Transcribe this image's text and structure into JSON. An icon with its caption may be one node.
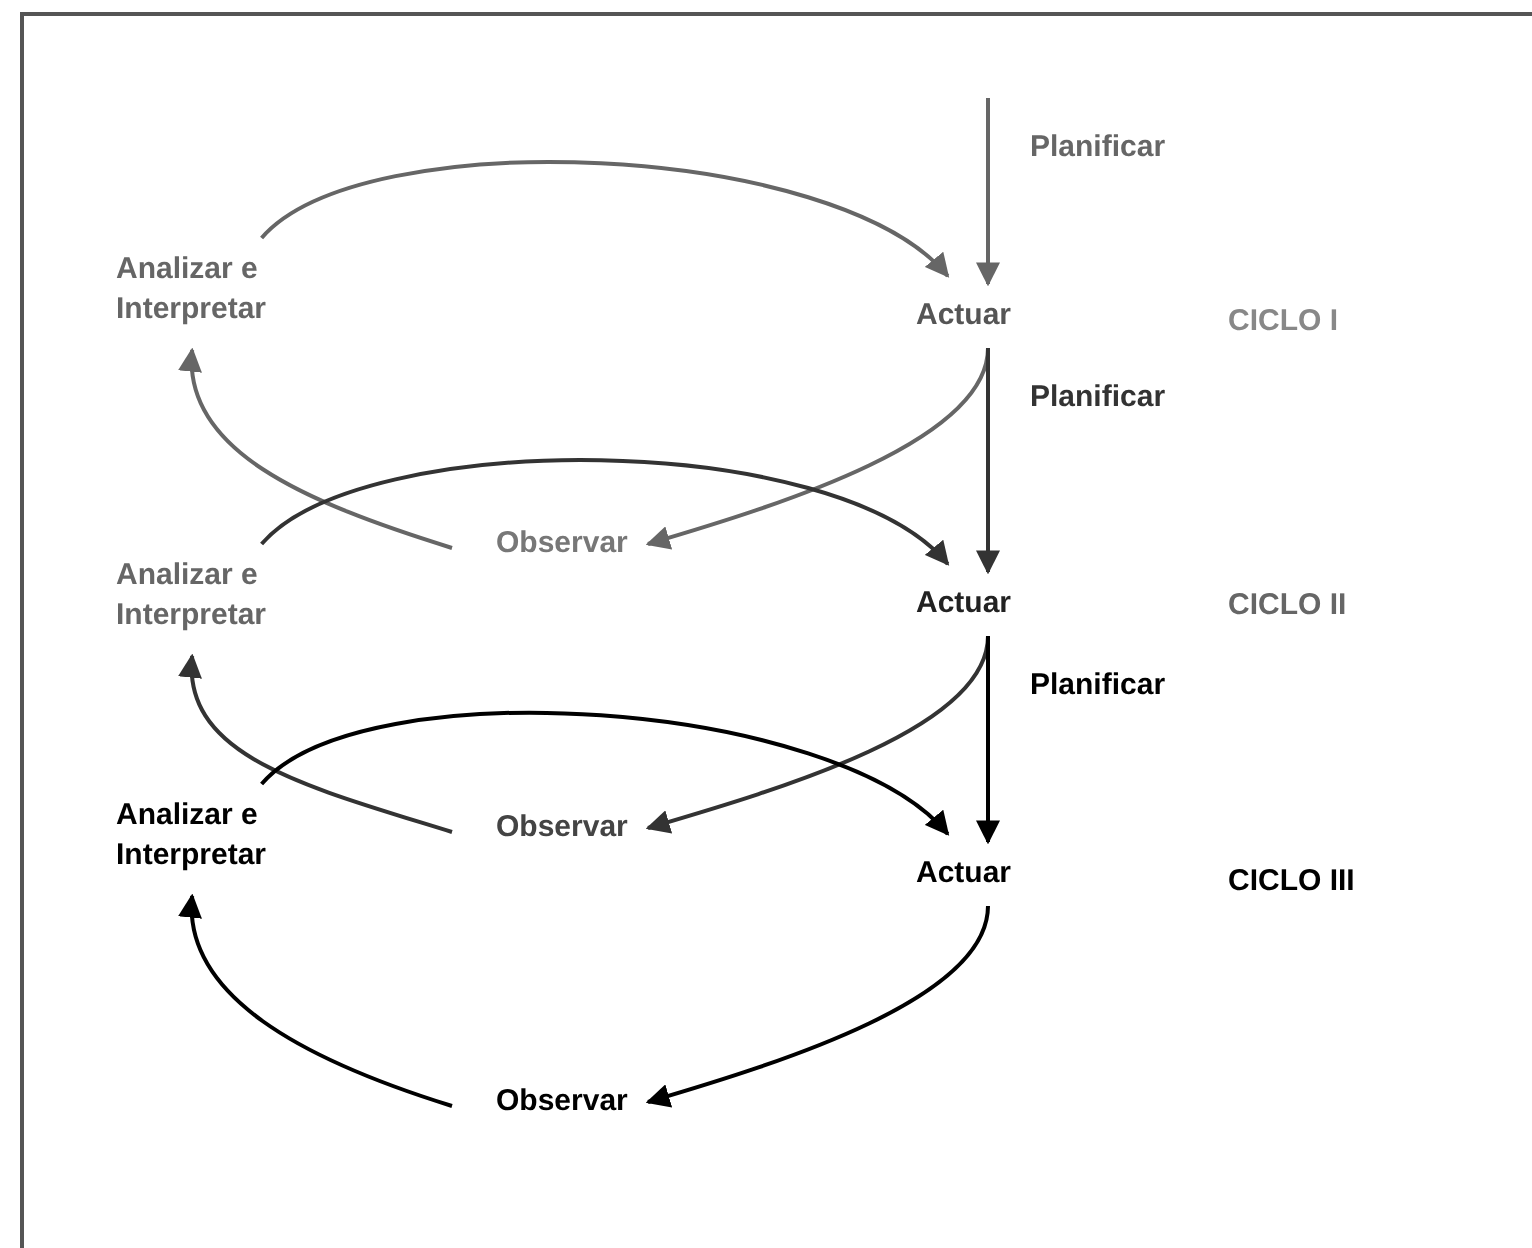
{
  "diagram": {
    "nodes": [
      {
        "text": [
          "Actuar"
        ]
      },
      {
        "text": [
          "Analizar e Interpretar"
        ]
      },
      {
        "text": [
          "Observar"
        ]
      },
      {
        "text": [
          "Actuar"
        ]
      },
      {
        "text": [
          "Analizar e Interpretar"
        ]
      },
      {
        "text": [
          "Observar"
        ]
      },
      {
        "text": [
          "Actuar"
        ]
      },
      {
        "text": [
          "Analizar e Interpretar"
        ]
      },
      {
        "text": [
          "Observar"
        ]
      }
    ],
    "edges": [
      {
        "from": null,
        "to": 0,
        "arrow": "to",
        "label": "Planificar",
        "color": "#666666"
      },
      {
        "from": 1,
        "to": 0,
        "arrow": "to",
        "color": "#666666"
      },
      {
        "from": 0,
        "to": 2,
        "arrow": "to",
        "color": "#666666"
      },
      {
        "from": 2,
        "to": 1,
        "arrow": "to",
        "color": "#666666"
      },
      {
        "from": 0,
        "to": 3,
        "arrow": "to",
        "label": "Planificar",
        "color": "#333333"
      },
      {
        "from": 4,
        "to": 3,
        "arrow": "to",
        "color": "#333333"
      },
      {
        "from": 3,
        "to": 5,
        "arrow": "to",
        "color": "#333333"
      },
      {
        "from": 5,
        "to": 4,
        "arrow": "to",
        "color": "#333333"
      },
      {
        "from": 3,
        "to": 6,
        "arrow": "to",
        "label": "Planificar",
        "color": "#000000"
      },
      {
        "from": 7,
        "to": 6,
        "arrow": "to",
        "color": "#000000"
      },
      {
        "from": 6,
        "to": 8,
        "arrow": "to",
        "color": "#000000"
      },
      {
        "from": 8,
        "to": 7,
        "arrow": "to",
        "color": "#000000"
      }
    ],
    "labels": [
      "CICLO I",
      "CICLO II",
      "CICLO III"
    ]
  }
}
